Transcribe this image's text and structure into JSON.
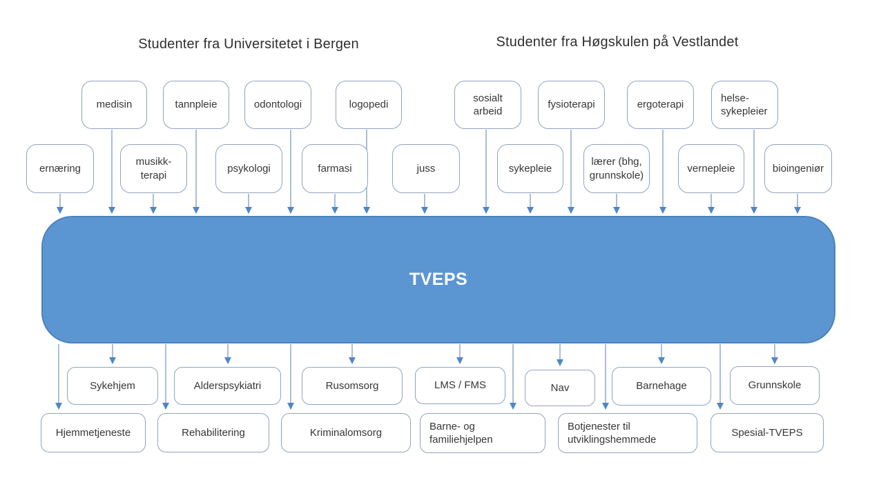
{
  "headers": {
    "uib": "Studenter fra Universitetet i Bergen",
    "hvl": "Studenter fra Høgskulen på Vestlandet"
  },
  "programs": {
    "uib": {
      "top": [
        "medisin",
        "tannpleie",
        "odontologi",
        "logopedi"
      ],
      "bottom": [
        "ernæring",
        "musikk-\nterapi",
        "psykologi",
        "farmasi",
        "juss"
      ]
    },
    "hvl": {
      "top": [
        "sosialt\narbeid",
        "fysioterapi",
        "ergoterapi",
        "helse-\nsykepleier"
      ],
      "bottom": [
        "sykepleie",
        "lærer (bhg,\ngrunnskole)",
        "vernepleie",
        "bioingeniør"
      ]
    }
  },
  "center": {
    "label": "TVEPS"
  },
  "practice_sites": {
    "row1": [
      "Sykehjem",
      "Alderspsykiatri",
      "Rusomsorg",
      "LMS / FMS",
      "Nav",
      "Barnehage",
      "Grunnskole"
    ],
    "row2": [
      "Hjemmetjeneste",
      "Rehabilitering",
      "Kriminalomsorg",
      "Barne- og\nfamiliehjelpen",
      "Botjenester til\nutviklingshemmede",
      "Spesial-TVEPS"
    ]
  },
  "colors": {
    "tveps_fill": "#5b96d2",
    "tveps_border": "#4d83bc",
    "node_border": "#8fa3bd",
    "arrow_stem": "#85a3c8",
    "arrow_head": "#4f86c8",
    "text": "#363636"
  }
}
